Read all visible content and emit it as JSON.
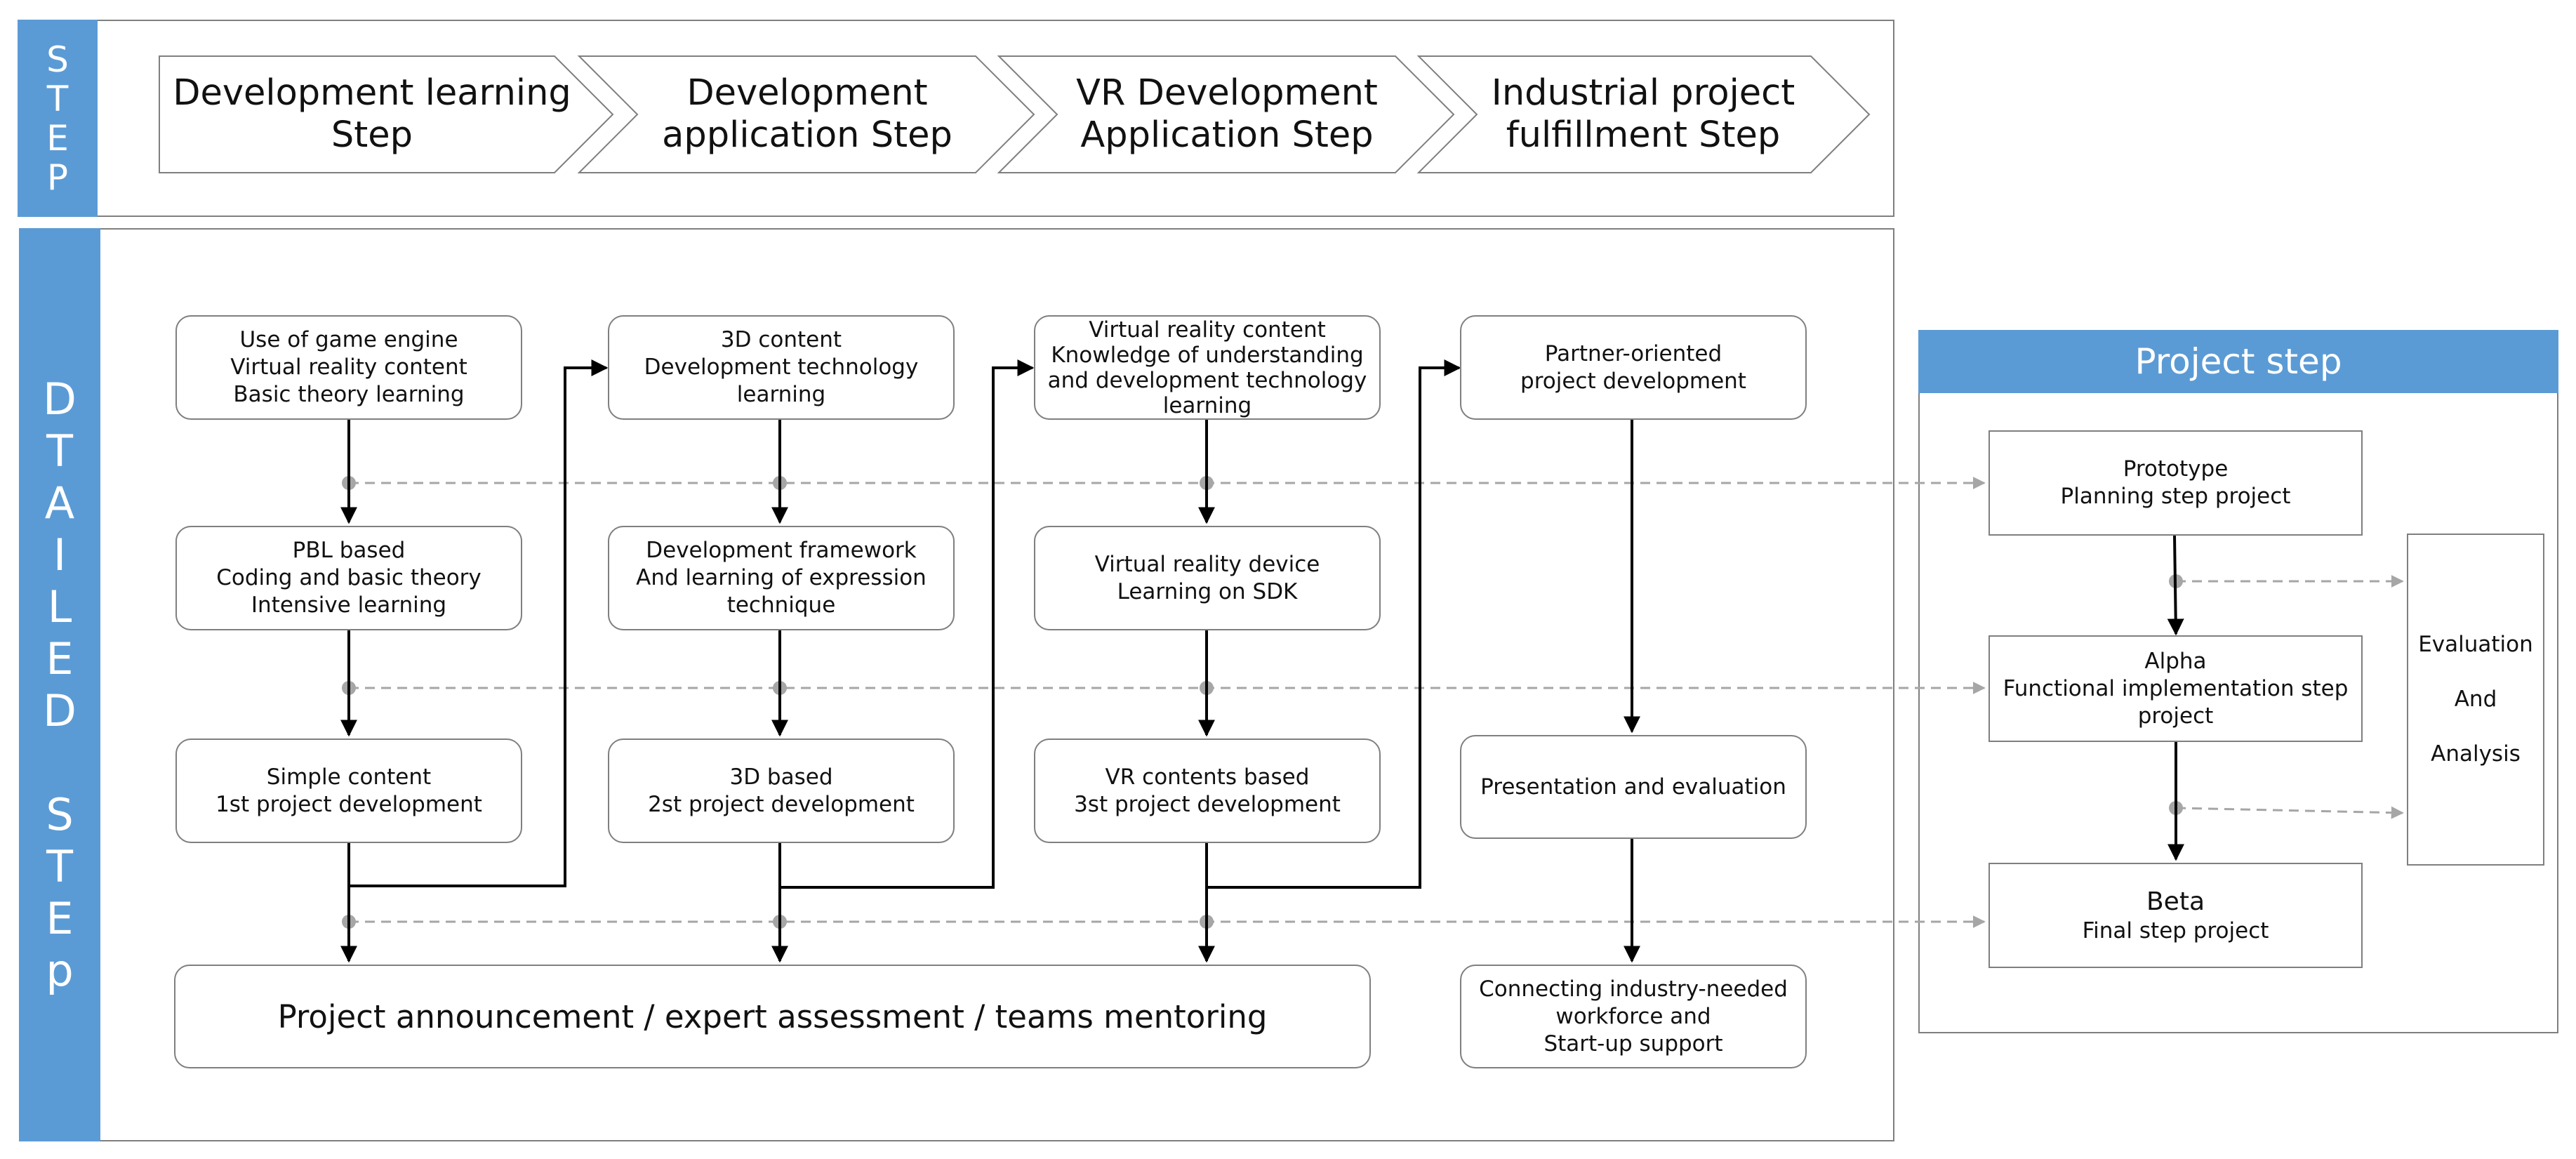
{
  "colors": {
    "accent": "#5b9bd5",
    "border": "#7f7f7f",
    "dashed": "#a6a6a6",
    "arrow": "#000000"
  },
  "step_sidebar": {
    "letters": [
      "S",
      "T",
      "E",
      "P"
    ]
  },
  "detail_sidebar": {
    "letters": [
      "D",
      "T",
      "A",
      "I",
      "L",
      "E",
      "D",
      "",
      "S",
      "T",
      "E",
      "p"
    ]
  },
  "chevrons": [
    {
      "label": "Development learning\nStep"
    },
    {
      "label": "Development\napplication Step"
    },
    {
      "label": "VR Development\nApplication Step"
    },
    {
      "label": "Industrial project\nfulfillment Step"
    }
  ],
  "col1": {
    "box1": "Use of game engine\nVirtual reality content\nBasic theory learning",
    "box2": "PBL based\nCoding and basic theory\nIntensive learning",
    "box3": "Simple content\n1st project development"
  },
  "col2": {
    "box1": "3D content\nDevelopment technology\nlearning",
    "box2": "Development framework\nAnd learning of expression\ntechnique",
    "box3": "3D based\n2st project development"
  },
  "col3": {
    "box1": "Virtual reality content\nKnowledge of understanding\nand development technology\nlearning",
    "box2": "Virtual reality device\nLearning on SDK",
    "box3": "VR contents based\n3st project development"
  },
  "col4": {
    "box1": "Partner-oriented\nproject development",
    "box2": "Presentation and evaluation",
    "box3": "Connecting industry-needed\nworkforce and\nStart-up support"
  },
  "announcement": "Project announcement / expert assessment / teams mentoring",
  "project_step": {
    "title": "Project step",
    "prototype": "Prototype\nPlanning step project",
    "alpha": "Alpha\nFunctional implementation step\nproject",
    "beta_title": "Beta",
    "beta_sub": "Final step project",
    "evaluation": "Evaluation\n\nAnd\n\nAnalysis"
  }
}
